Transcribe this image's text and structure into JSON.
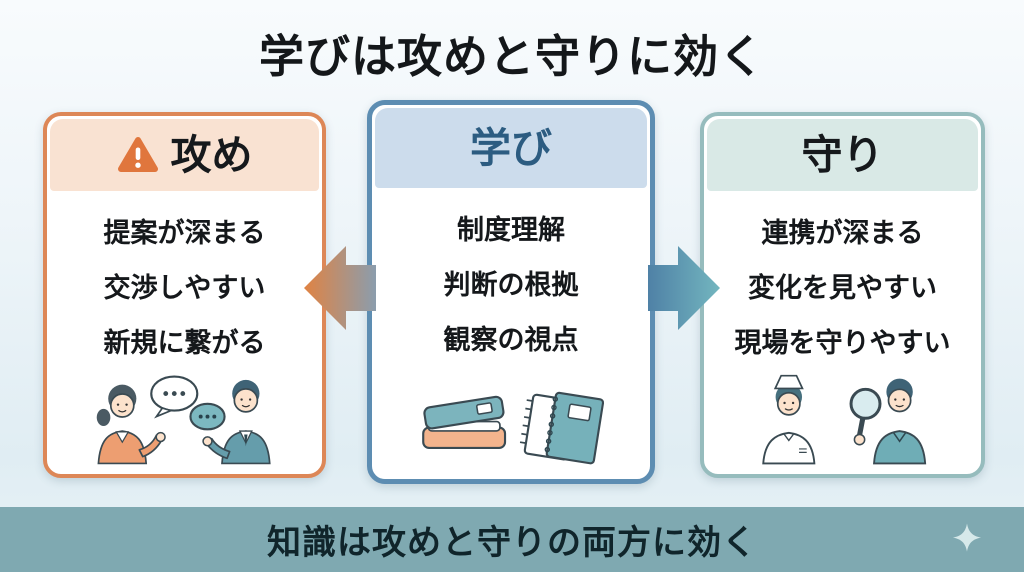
{
  "title": "学びは攻めと守りに効く",
  "panels": [
    {
      "id": "offense",
      "label": "攻め",
      "icon": "warning-triangle-icon",
      "accent_color": "#dd8757",
      "header_bg": "#f9e2d2",
      "title_color": "#16191c",
      "items": [
        "提案が深まる",
        "交渉しやすい",
        "新規に繋がる"
      ],
      "illustration": "two-people-talking"
    },
    {
      "id": "learning",
      "label": "学び",
      "accent_color": "#5d8db2",
      "header_bg": "#ccdcec",
      "title_color": "#2c5c81",
      "items": [
        "制度理解",
        "判断の根拠",
        "観察の視点"
      ],
      "illustration": "books-and-notebooks"
    },
    {
      "id": "defense",
      "label": "守り",
      "accent_color": "#96bcbd",
      "header_bg": "#d9e9e6",
      "title_color": "#16191c",
      "items": [
        "連携が深まる",
        "変化を見やすい",
        "現場を守りやすい"
      ],
      "illustration": "nurse-and-magnifier"
    }
  ],
  "arrows": {
    "left": {
      "direction": "left",
      "colors": [
        "#e08343",
        "#8b9dad"
      ]
    },
    "right": {
      "direction": "right",
      "colors": [
        "#4f81a6",
        "#73b6bf"
      ]
    }
  },
  "footer": {
    "text": "知識は攻めと守りの両方に効く",
    "bg_color": "#7fa9b1",
    "sparkle_color": "#d6e9ea"
  }
}
